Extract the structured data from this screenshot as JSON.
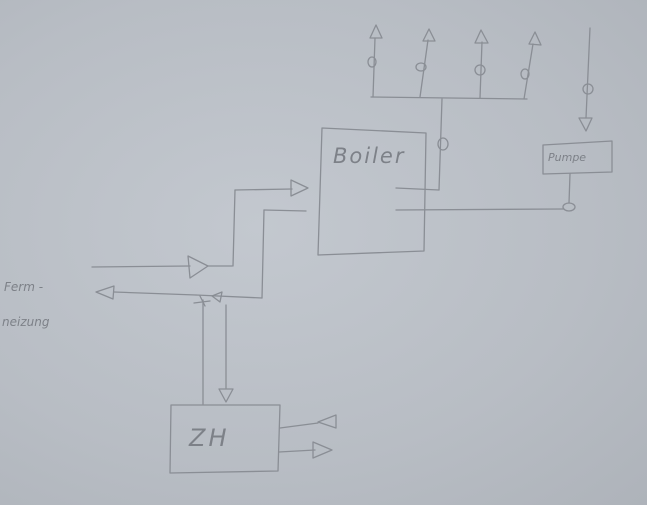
{
  "labels": {
    "boiler": "Boiler",
    "pumpe": "Pumpe",
    "zh": "ZH",
    "fernheizung_line1": "Ferm -",
    "fernheizung_line2": "neizung"
  },
  "colors": {
    "paper": "#b9bec5",
    "ink": "#8a8e95"
  }
}
